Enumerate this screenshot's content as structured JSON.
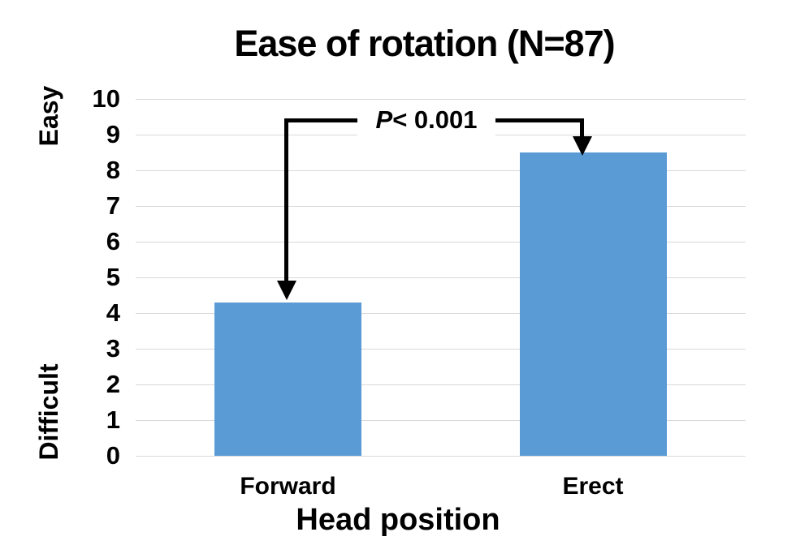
{
  "chart_data": {
    "type": "bar",
    "title": "Ease of rotation (N=87)",
    "categories": [
      "Forward",
      "Erect"
    ],
    "values": [
      4.3,
      8.5
    ],
    "xlabel": "Head position",
    "ylabel_top": "Easy",
    "ylabel_bottom": "Difficult",
    "ylim": [
      0,
      10
    ],
    "yticks": [
      0,
      1,
      2,
      3,
      4,
      5,
      6,
      7,
      8,
      9,
      10
    ],
    "grid": "horizontal",
    "legend": "none",
    "bar_color": "#5B9BD5",
    "gridline_color": "#D9D9D9",
    "annotation": {
      "p_symbol": "P",
      "p_value": "< 0.001",
      "full_text": "P< 0.001"
    }
  }
}
